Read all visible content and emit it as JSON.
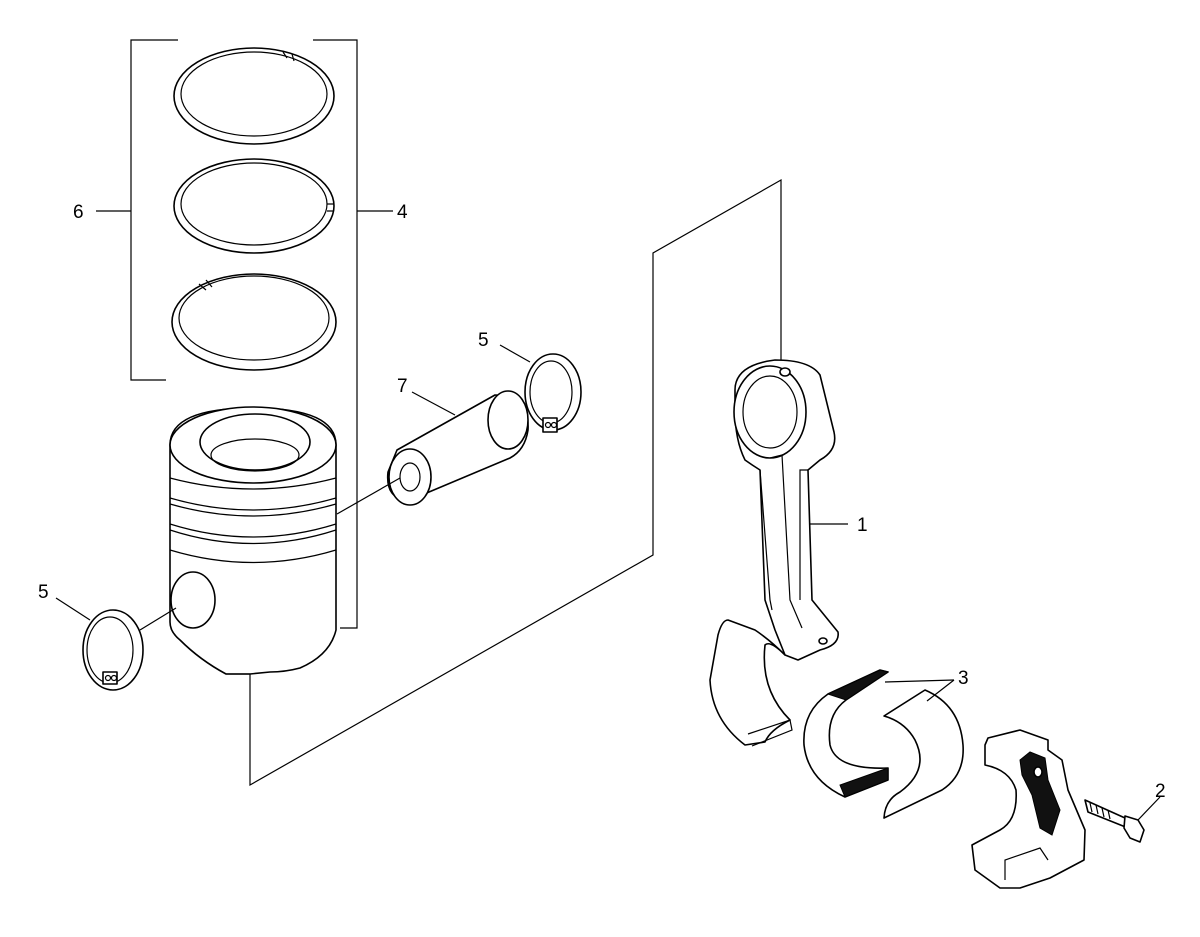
{
  "callouts": {
    "connecting_rod": "1",
    "cap_bolt": "2",
    "bearing_shells": "3",
    "piston_assembly": "4",
    "circlip_upper": "5",
    "circlip_lower": "5",
    "piston_rings": "6",
    "piston_pin": "7"
  }
}
